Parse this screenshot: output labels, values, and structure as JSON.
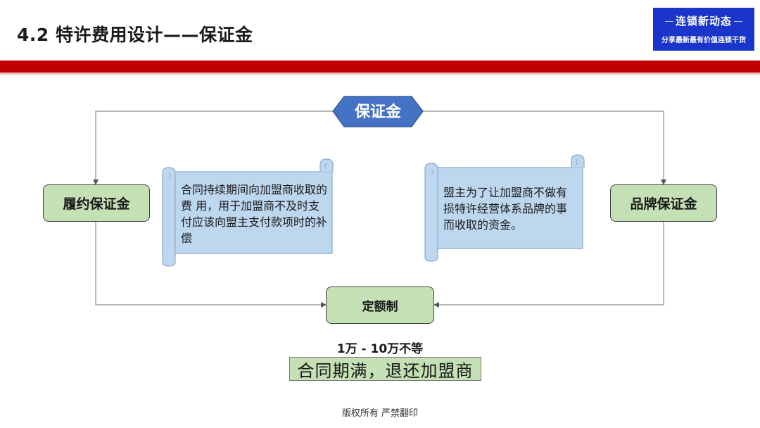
{
  "header": {
    "title": "4.2  特许费用设计——保证金"
  },
  "logo": {
    "name": "连锁新动态",
    "tagline": "分享最新最有价值连锁干货"
  },
  "diagram": {
    "center_label": "保证金",
    "left_box": "履约保证金",
    "right_box": "品牌保证金",
    "bottom_box": "定额制",
    "left_note": "合同持续期间向加盟商收取的费 用，用于加盟商不及时支付应该向盟主支付款项时的补偿",
    "right_note": "盟主为了让加盟商不做有损特许经营体系品牌的事而收取的资金。",
    "range": "1万 - 10万不等",
    "refund": "合同期满，退还加盟商"
  },
  "footer": {
    "copyright": "版权所有  严禁翻印"
  },
  "colors": {
    "accent_red": "#c00000",
    "box_green": "#c5e0b4",
    "hex_blue": "#4472c4",
    "scroll_blue": "#bdd7ee",
    "logo_blue": "#1a35c9"
  }
}
